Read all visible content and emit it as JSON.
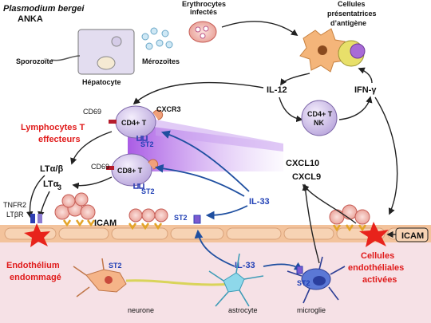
{
  "parasite": {
    "name": "Plasmodium bergei",
    "strain": "ANKA"
  },
  "stages": {
    "sporozoite": "Sporozoïte",
    "hepatocyte": "Hépatocyte",
    "merozoites": "Mérozoïtes",
    "erythrocytes_line1": "Erythrocytes",
    "erythrocytes_line2": "infectés"
  },
  "apc": {
    "line1": "Cellules",
    "line2": "présentatrices",
    "line3": "d’antigène"
  },
  "cytokines": {
    "il12": "IL-12",
    "ifng": "IFN-γ",
    "il33": "IL-33",
    "cxcl10": "CXCL10",
    "cxcl9": "CXCL9",
    "lta_b": "LTα/β",
    "lta3": "LTα",
    "lta3_sub": "3"
  },
  "cells": {
    "cd4_t": "CD4+ T",
    "cd8_t": "CD8+ T",
    "cd4_t_nk_line1": "CD4+ T",
    "cd4_t_nk_line2": "NK",
    "neurone": "neurone",
    "astrocyte": "astrocyte",
    "microglie": "microglie"
  },
  "markers": {
    "cd69": "CD69",
    "cxcr3": "CXCR3",
    "st2": "ST2",
    "icam": "ICAM",
    "tnfr2": "TNFR2",
    "ltbr": "LTβR"
  },
  "titles": {
    "lymph_line1": "Lymphocytes T",
    "lymph_line2": "effecteurs",
    "endo_dmg_line1": "Endothélium",
    "endo_dmg_line2": "endommagé",
    "endo_act_line1": "Cellules",
    "endo_act_line2": "endothéliales",
    "endo_act_line3": "activées"
  },
  "colors": {
    "red_title": "#e01b1b",
    "st2_blue": "#1f3fb5",
    "endothelium": "#f6c9a3",
    "brain": "#f6e1e6",
    "cell_lavender": "#d9c8f0",
    "beam_purple": "#a24be0"
  }
}
